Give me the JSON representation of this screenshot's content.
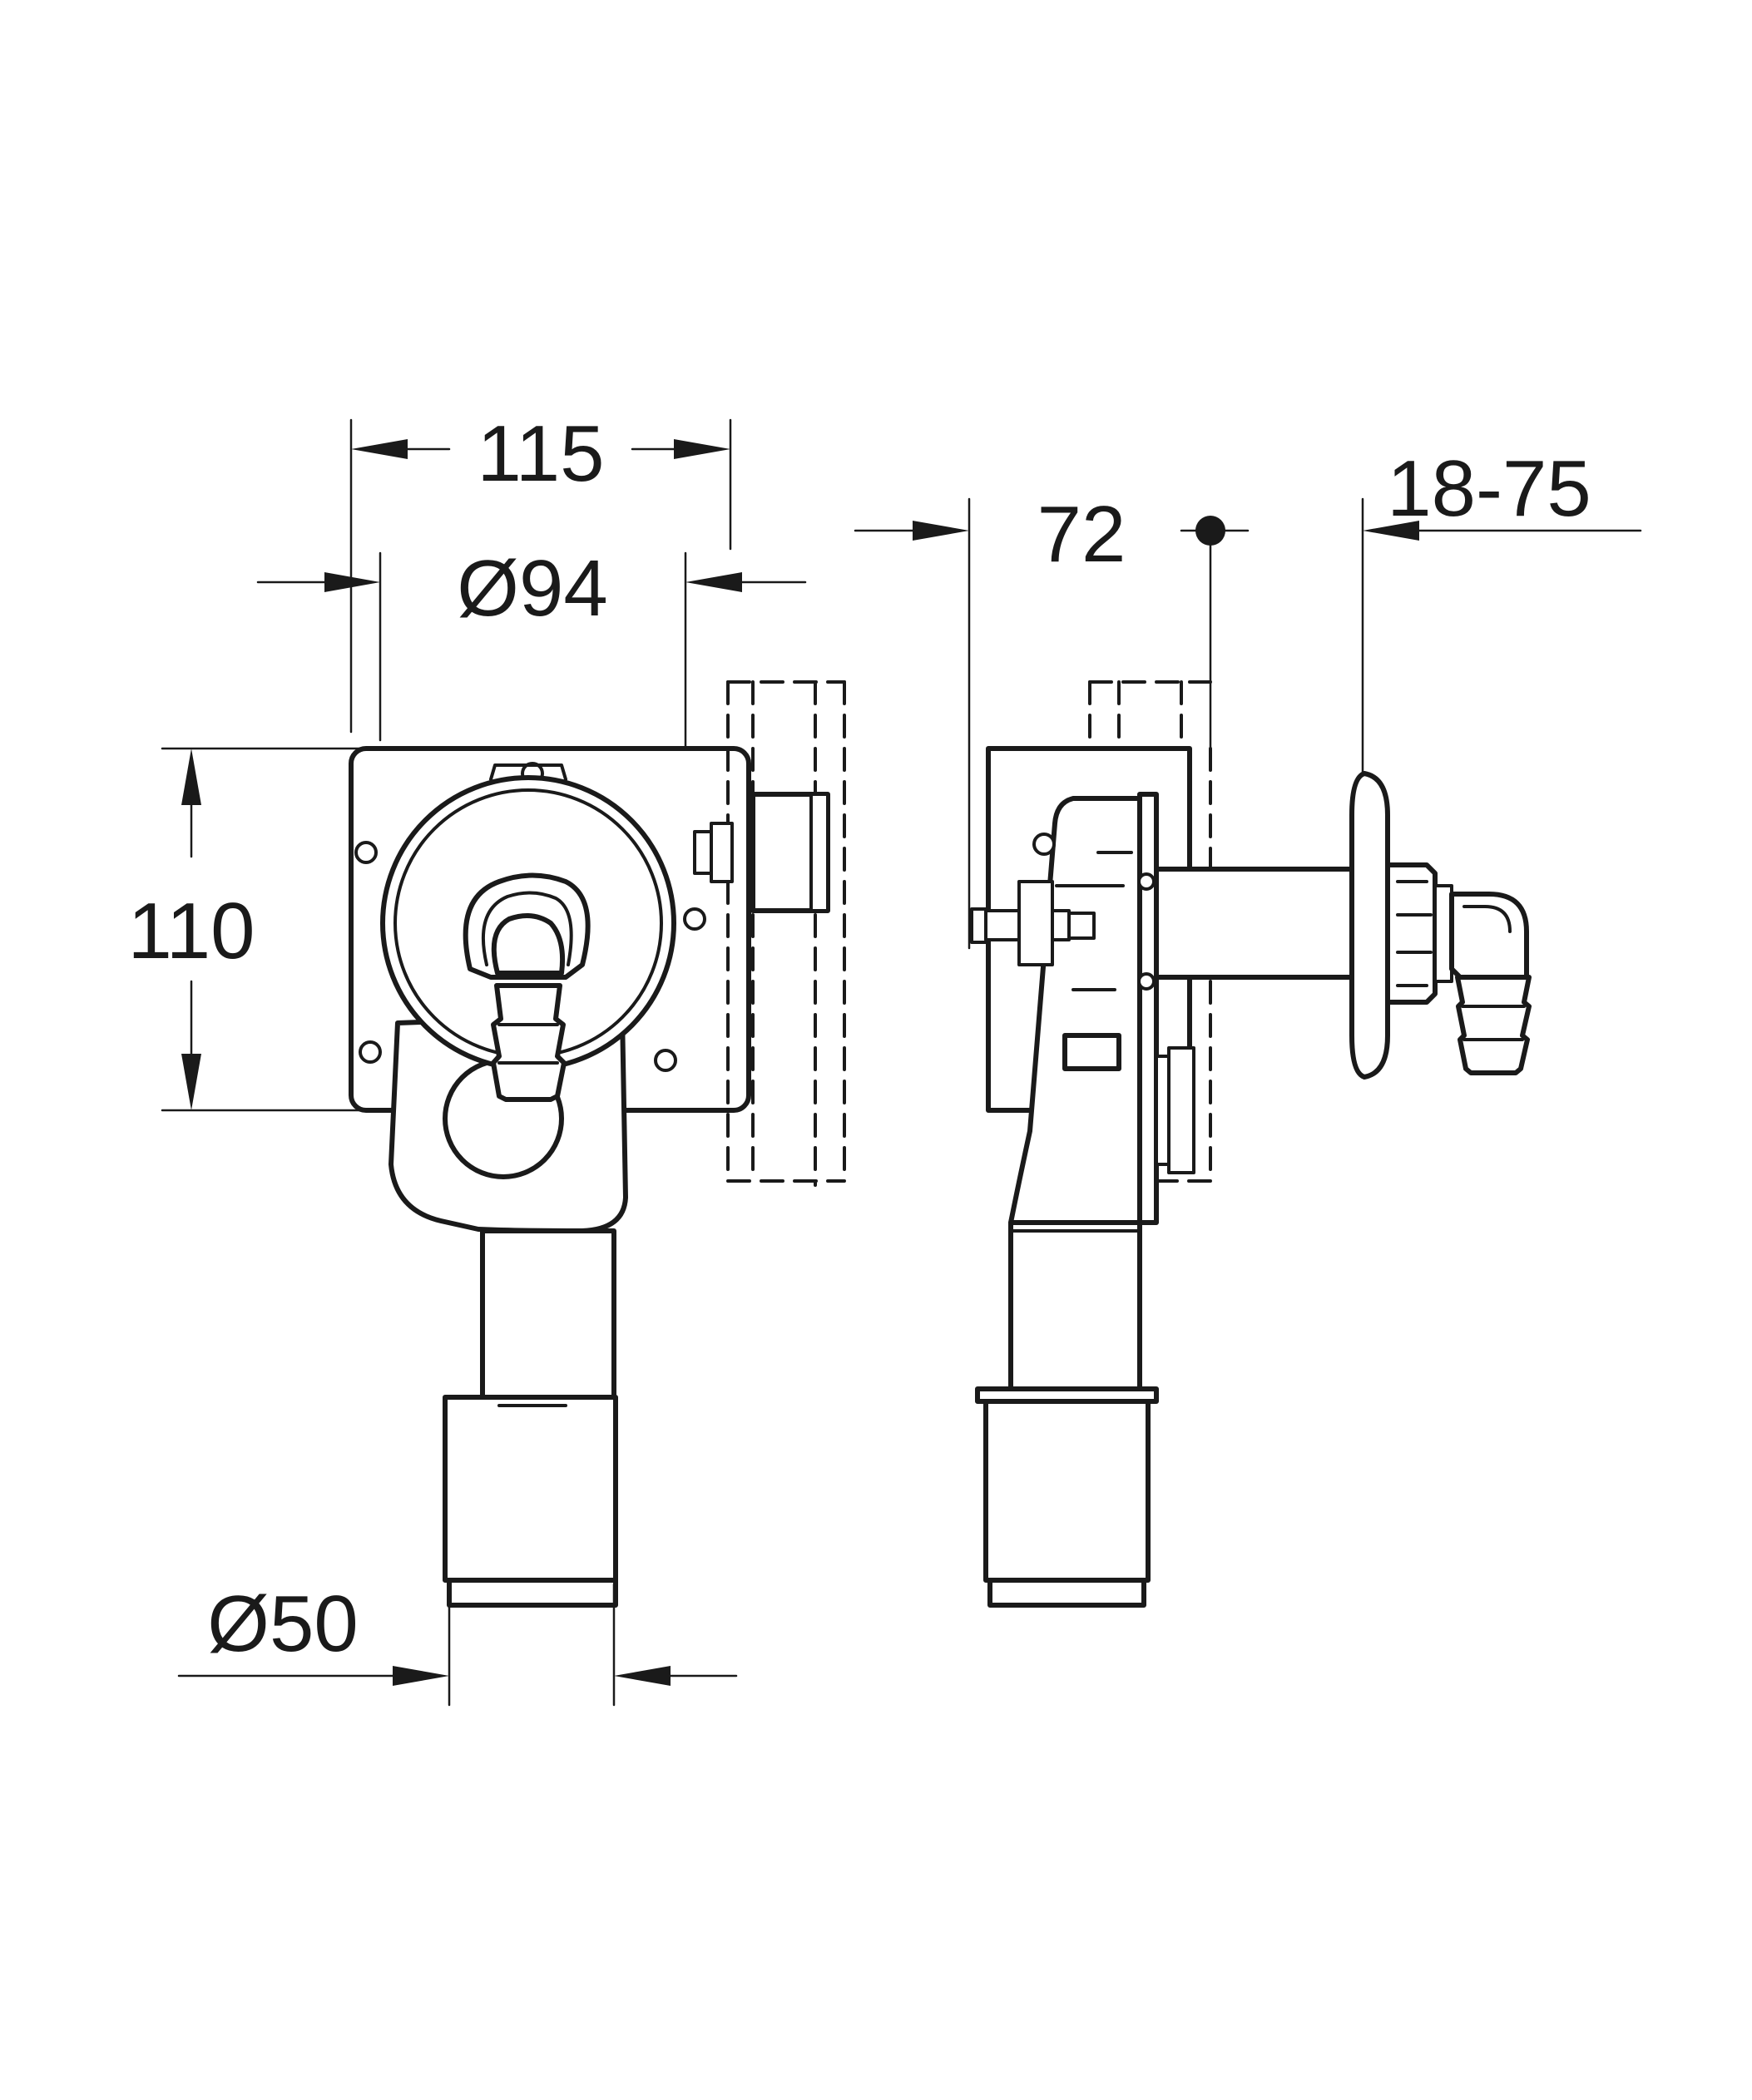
{
  "dimensions": {
    "width_overall": "115",
    "outlet_diameter": "Ø94",
    "height": "110",
    "drain_diameter": "Ø50",
    "depth": "72",
    "adjustment_range": "18-75"
  },
  "colors": {
    "line": "#1a1a1a",
    "background": "#ffffff"
  }
}
